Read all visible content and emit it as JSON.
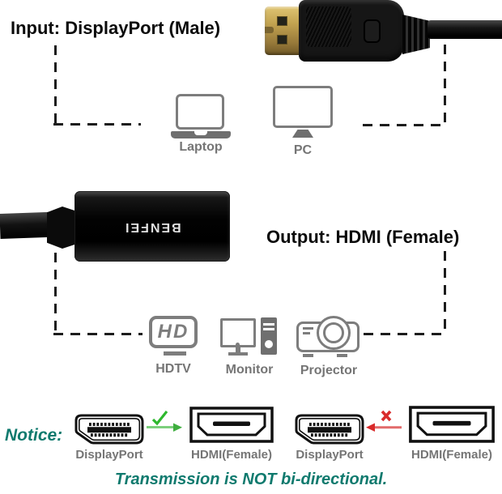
{
  "colors": {
    "teal": "#0f7a6e",
    "ink": "#1c1c1c",
    "label_gray": "#757575",
    "icon_gray": "#7d7d7d",
    "green": "#2eb82e",
    "green_light": "#7ccf7c",
    "green_dark": "#3fae3f",
    "red": "#d92b2b",
    "red_light": "#e26a6a"
  },
  "top_section": {
    "heading": "Input: DisplayPort (Male)",
    "devices": [
      {
        "id": "laptop",
        "label": "Laptop"
      },
      {
        "id": "pc",
        "label": "PC"
      }
    ]
  },
  "middle_section": {
    "brand": "BENFEI",
    "heading": "Output: HDMI (Female)",
    "devices": [
      {
        "id": "hdtv",
        "label": "HDTV",
        "badge": "HD"
      },
      {
        "id": "monitor",
        "label": "Monitor"
      },
      {
        "id": "projector",
        "label": "Projector"
      }
    ]
  },
  "notice_section": {
    "heading": "Notice:",
    "allowed": {
      "from": "DisplayPort",
      "to": "HDMI(Female)"
    },
    "blocked": {
      "from": "HDMI(Female)",
      "to": "DisplayPort"
    },
    "note": "Transmission is NOT bi-directional."
  }
}
